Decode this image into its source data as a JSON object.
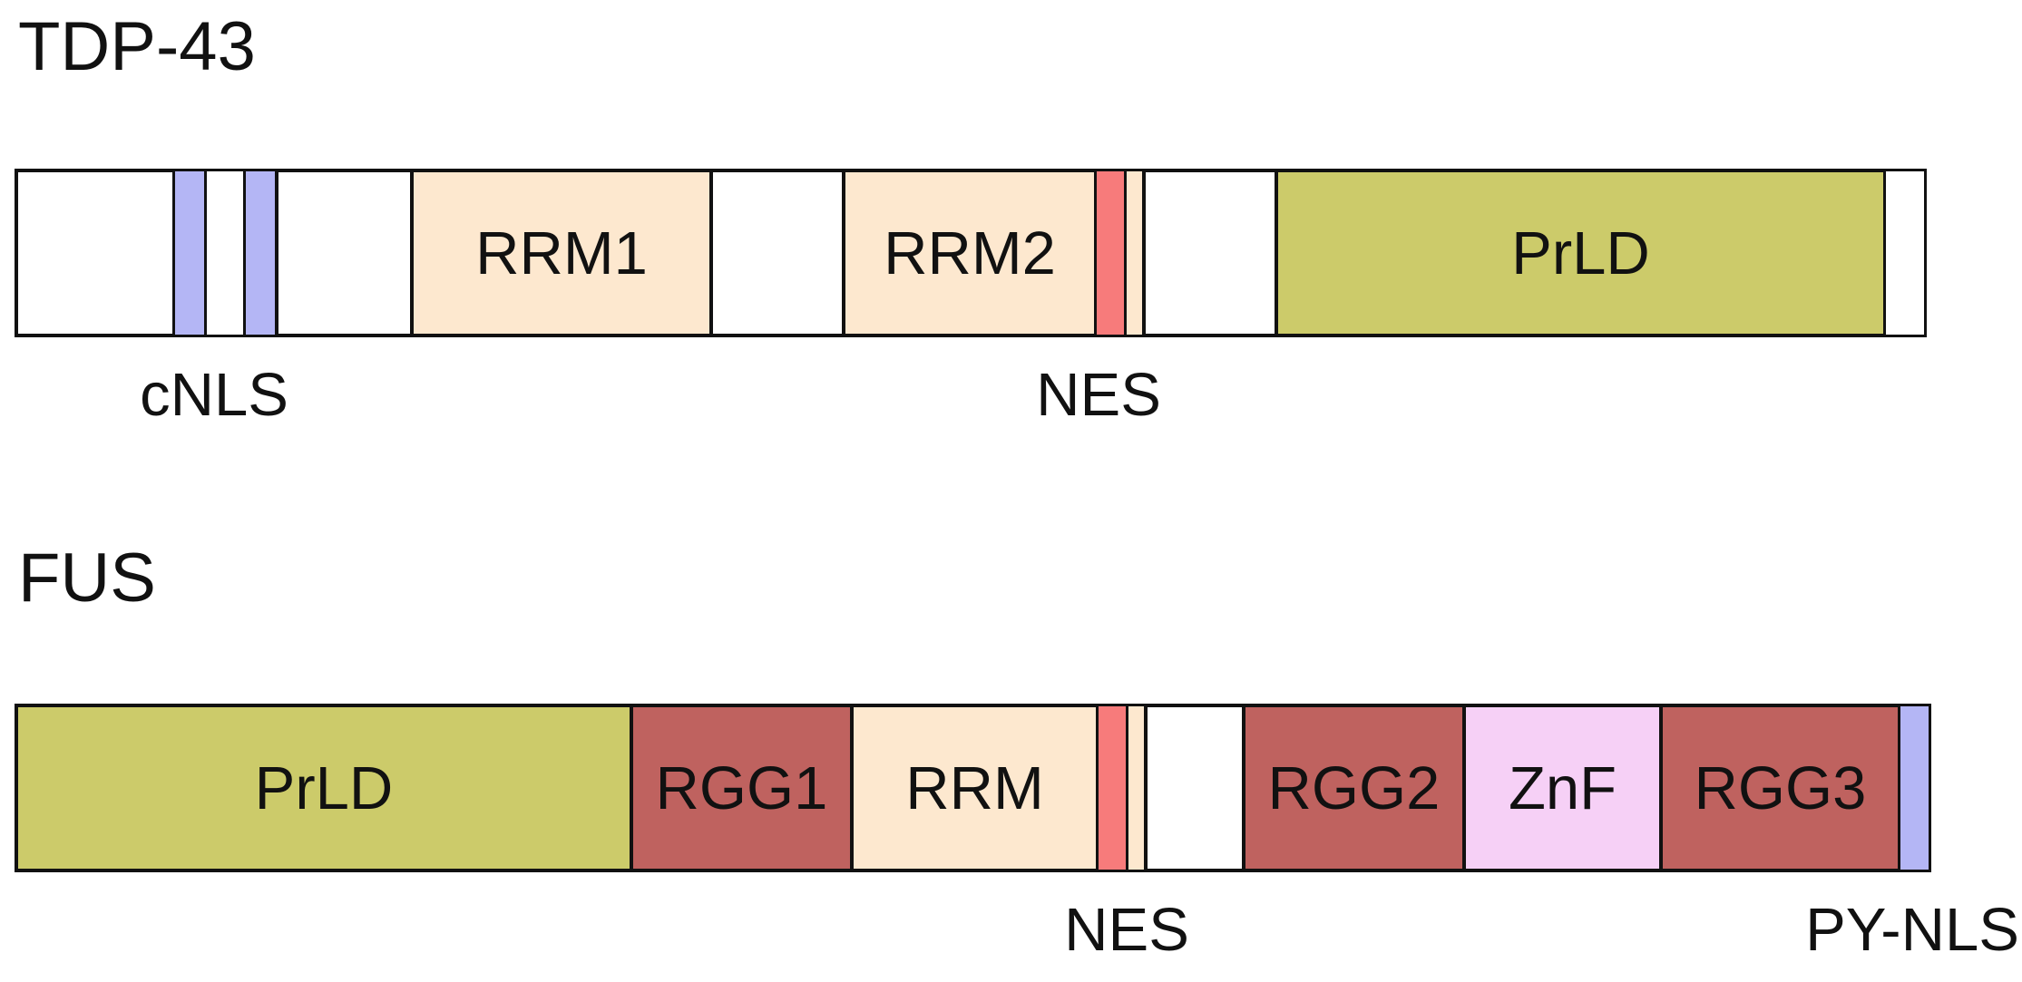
{
  "colors": {
    "background": "#ffffff",
    "outline": "#111111",
    "empty": "#ffffff",
    "nls": "#b4b6f5",
    "rrm": "#fde8cf",
    "nes": "#f77b7b",
    "prld": "#cccb6a",
    "rgg": "#bf625f",
    "znf": "#f6d0f6"
  },
  "proteins": [
    {
      "name": "TDP-43",
      "domains": [
        {
          "id": "nterm",
          "type": "empty",
          "label": ""
        },
        {
          "id": "cnls-1",
          "type": "nls",
          "label": ""
        },
        {
          "id": "spacer-1",
          "type": "empty",
          "label": ""
        },
        {
          "id": "cnls-2",
          "type": "nls",
          "label": ""
        },
        {
          "id": "linker-1",
          "type": "empty",
          "label": ""
        },
        {
          "id": "rrm1",
          "type": "rrm",
          "label": "RRM1"
        },
        {
          "id": "linker-2",
          "type": "empty",
          "label": ""
        },
        {
          "id": "rrm2",
          "type": "rrm",
          "label": "RRM2"
        },
        {
          "id": "nes",
          "type": "nes",
          "label": ""
        },
        {
          "id": "rrm2-tail",
          "type": "rrm",
          "label": ""
        },
        {
          "id": "linker-3",
          "type": "empty",
          "label": ""
        },
        {
          "id": "prld",
          "type": "prld",
          "label": "PrLD"
        },
        {
          "id": "cterm",
          "type": "empty",
          "label": ""
        }
      ],
      "annotations": [
        {
          "id": "cnls",
          "text": "cNLS"
        },
        {
          "id": "nes",
          "text": "NES"
        }
      ]
    },
    {
      "name": "FUS",
      "domains": [
        {
          "id": "prld",
          "type": "prld",
          "label": "PrLD"
        },
        {
          "id": "rgg1",
          "type": "rgg",
          "label": "RGG1"
        },
        {
          "id": "rrm",
          "type": "rrm",
          "label": "RRM"
        },
        {
          "id": "nes",
          "type": "nes",
          "label": ""
        },
        {
          "id": "rrm-tail",
          "type": "rrm",
          "label": ""
        },
        {
          "id": "linker",
          "type": "empty",
          "label": ""
        },
        {
          "id": "rgg2",
          "type": "rgg",
          "label": "RGG2"
        },
        {
          "id": "znf",
          "type": "znf",
          "label": "ZnF"
        },
        {
          "id": "rgg3",
          "type": "rgg",
          "label": "RGG3"
        },
        {
          "id": "py-nls",
          "type": "nls",
          "label": ""
        }
      ],
      "annotations": [
        {
          "id": "nes",
          "text": "NES"
        },
        {
          "id": "py-nls",
          "text": "PY-NLS"
        }
      ]
    }
  ]
}
